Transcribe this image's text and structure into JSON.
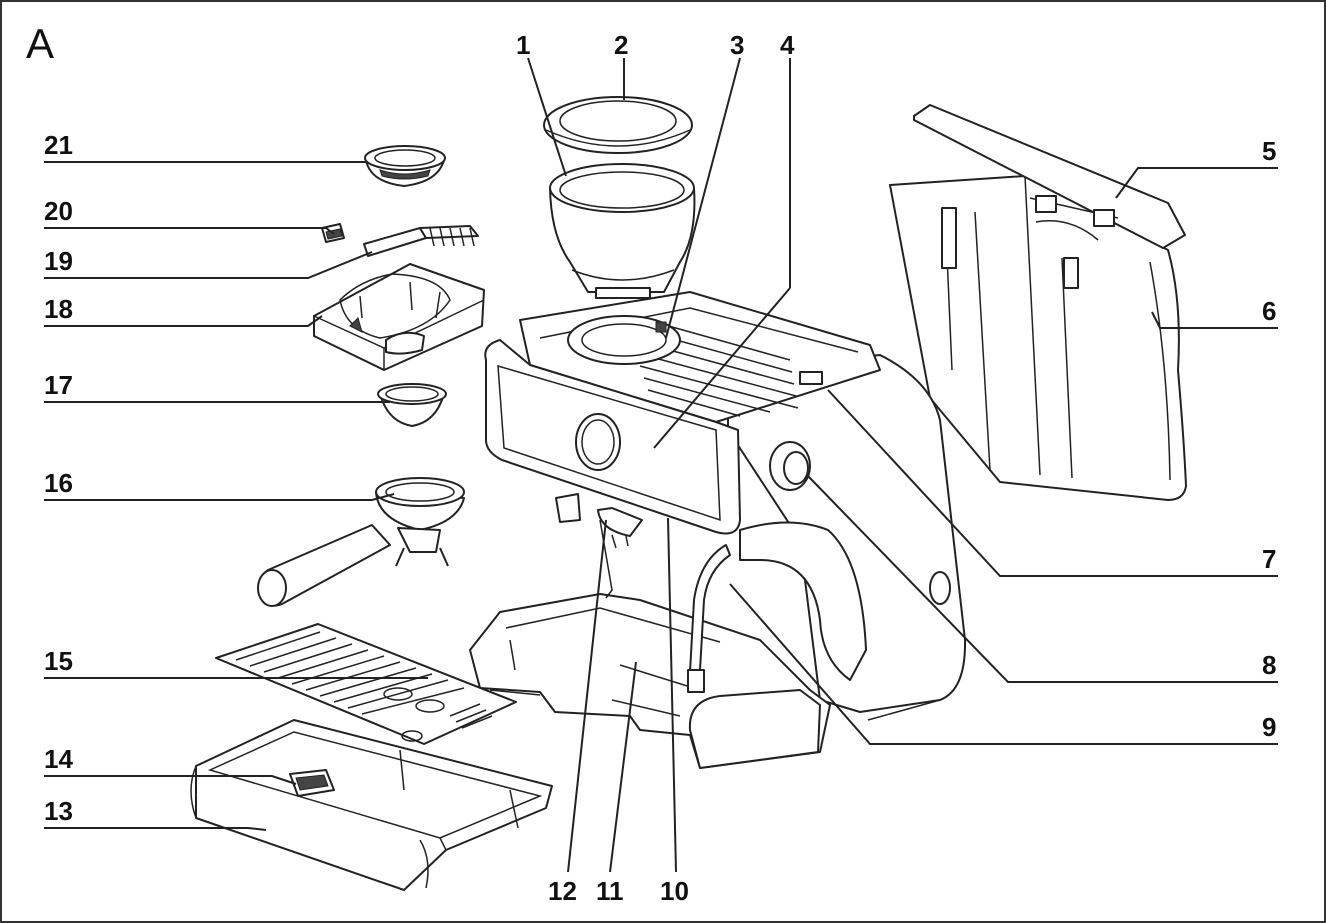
{
  "figure_label": "A",
  "callouts": [
    {
      "id": "1",
      "label": "1"
    },
    {
      "id": "2",
      "label": "2"
    },
    {
      "id": "3",
      "label": "3"
    },
    {
      "id": "4",
      "label": "4"
    },
    {
      "id": "5",
      "label": "5"
    },
    {
      "id": "6",
      "label": "6"
    },
    {
      "id": "7",
      "label": "7"
    },
    {
      "id": "8",
      "label": "8"
    },
    {
      "id": "9",
      "label": "9"
    },
    {
      "id": "10",
      "label": "10"
    },
    {
      "id": "11",
      "label": "11"
    },
    {
      "id": "12",
      "label": "12"
    },
    {
      "id": "13",
      "label": "13"
    },
    {
      "id": "14",
      "label": "14"
    },
    {
      "id": "15",
      "label": "15"
    },
    {
      "id": "16",
      "label": "16"
    },
    {
      "id": "17",
      "label": "17"
    },
    {
      "id": "18",
      "label": "18"
    },
    {
      "id": "19",
      "label": "19"
    },
    {
      "id": "20",
      "label": "20"
    },
    {
      "id": "21",
      "label": "21"
    }
  ],
  "colors": {
    "line": "#222222",
    "text": "#111111",
    "background": "#ffffff"
  }
}
